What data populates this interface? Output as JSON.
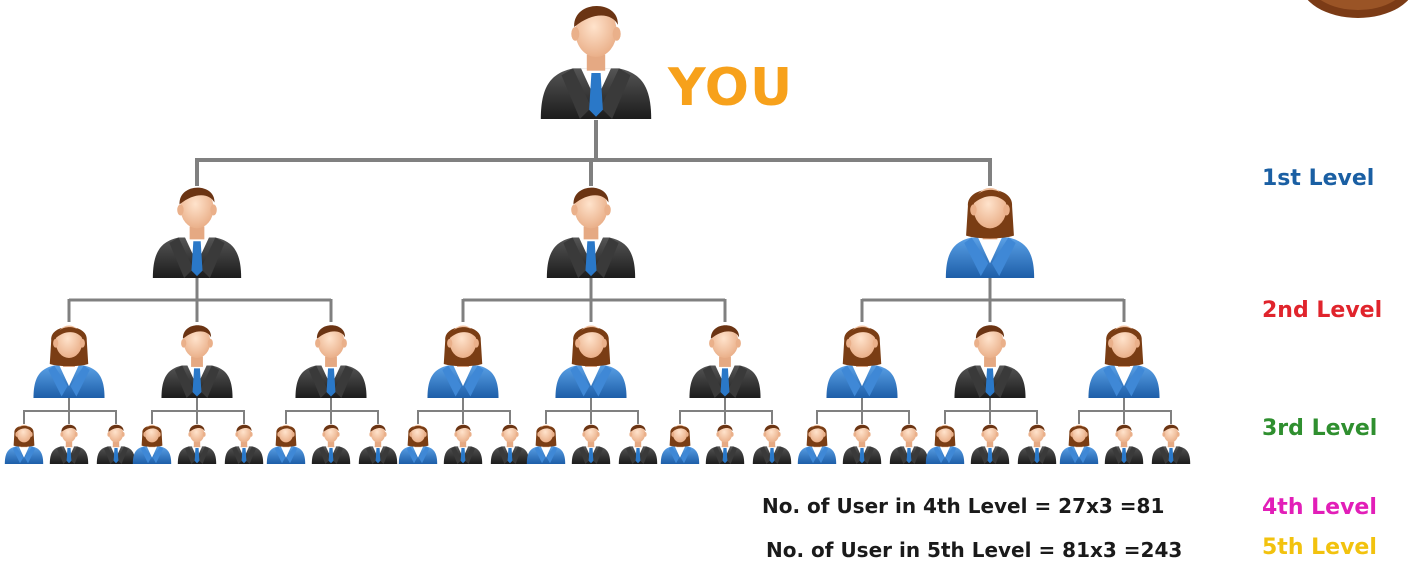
{
  "root": {
    "label": "YOU",
    "gender": "male"
  },
  "colors": {
    "connector": "#808080",
    "label_you": "#f7a11b",
    "level1": "#1a5fa3",
    "level2": "#e0242c",
    "level3": "#2f8f2f",
    "level4": "#e21eb8",
    "level5": "#f2c20e",
    "suit_dark": "#2b2b2b",
    "suit_blue": "#2f73c4",
    "tie": "#2a78c8",
    "skin": "#f5c6a3",
    "hair_male": "#6b3413",
    "hair_female": "#7a3d14"
  },
  "levels": [
    {
      "label": "1st Level"
    },
    {
      "label": "2nd Level"
    },
    {
      "label": "3rd Level"
    },
    {
      "label": "4th Level"
    },
    {
      "label": "5th Level"
    }
  ],
  "tree": {
    "level1": [
      "male",
      "male",
      "female"
    ],
    "level2": [
      "female",
      "male",
      "male",
      "female",
      "female",
      "male",
      "female",
      "male",
      "female"
    ],
    "level3": [
      "female",
      "male",
      "male",
      "female",
      "male",
      "male",
      "female",
      "male",
      "male",
      "female",
      "male",
      "male",
      "female",
      "male",
      "male",
      "female",
      "male",
      "male",
      "female",
      "male",
      "male",
      "female",
      "male",
      "male",
      "female",
      "male",
      "male"
    ]
  },
  "stats": {
    "level4": "No. of User in 4th Level = 27x3 =81",
    "level5": "No. of User in 5th Level = 81x3 =243"
  },
  "icons": {
    "person_male": "businessman-icon",
    "person_female": "businesswoman-icon",
    "corner_badge": "badge-logo-icon"
  }
}
